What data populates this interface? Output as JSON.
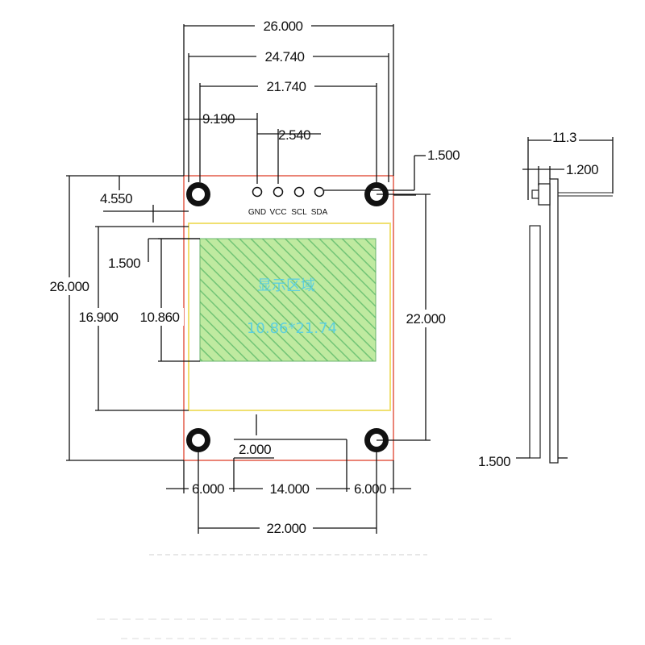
{
  "pin_labels": {
    "gnd": "GND",
    "vcc": "VCC",
    "scl": "SCL",
    "sda": "SDA"
  },
  "display_area": {
    "title": "显示区域",
    "size": "10.86*21.74"
  },
  "dimensions": {
    "top_width": "26.000",
    "width_24": "24.740",
    "width_21": "21.740",
    "pin_offset": "9.190",
    "pin_pitch": "2.540",
    "pin_hole": "1.500",
    "hole_top": "4.550",
    "display_gap": "1.500",
    "height_26": "26.000",
    "height_16": "16.900",
    "display_height": "10.860",
    "hole_spacing_v": "22.000",
    "bottom_gap": "2.000",
    "edge_left": "6.000",
    "middle": "14.000",
    "edge_right": "6.000",
    "hole_spacing_h": "22.000",
    "side_total": "11.3",
    "side_pin": "1.200",
    "side_board": "1.500"
  },
  "colors": {
    "pcb_outline": "#e0503c",
    "module_outline": "#f0e070",
    "display_fill": "#bfeaa0",
    "display_hatch": "#72c476",
    "display_text": "#5ccfe0"
  }
}
